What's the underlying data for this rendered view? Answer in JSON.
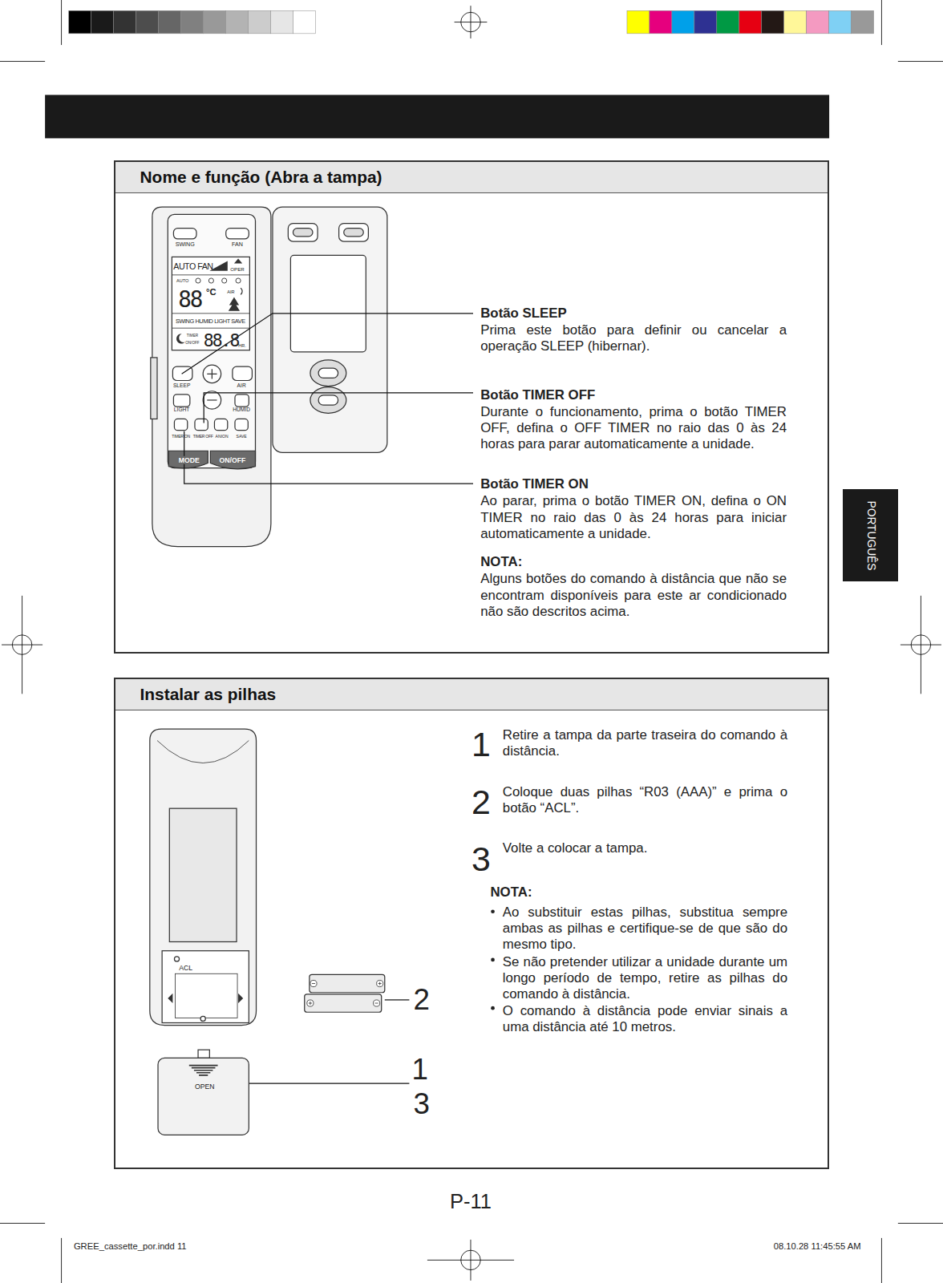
{
  "diagram": {
    "nodes": [
      {
        "text": [
          "Nome e função (Abra a tampa)"
        ]
      },
      {
        "text": [
          "Instalar as pilhas"
        ]
      },
      {
        "text": [
          "PORTUGUÊS"
        ]
      }
    ],
    "labels": [
      "SWING",
      "FAN",
      "AUTO FAN",
      "OPER",
      "AUTO",
      "88",
      "°C",
      "AIR",
      "SWING HUMID LIGHT SAVE",
      "TIMER",
      "ON/OFF",
      "88.8",
      "HR.",
      "SLEEP",
      "AIR",
      "LIGHT",
      "HUMID",
      "TIMER ON",
      "TIMER OFF",
      "ANION",
      "SAVE",
      "MODE",
      "ON/OFF",
      "Botão SLEEP",
      "Prima este botão para definir ou cancelar a operação SLEEP (hibernar).",
      "Botão TIMER OFF",
      "Durante o funcionamento, prima o botão TIMER OFF, defina o OFF TIMER no raio das 0 às 24 horas para parar automaticamente a unidade.",
      "Botão TIMER ON",
      "Ao parar, prima o botão TIMER ON, defina o ON TIMER no raio das 0 às 24 horas para iniciar automaticamente a unidade.",
      "NOTA:",
      "Alguns botões do comando à distância que não se encontram disponíveis para este ar condicionado não são descritos acima.",
      "1",
      "Retire a tampa da parte traseira do comando à distância.",
      "2",
      "Coloque duas pilhas “R03 (AAA)” e prima o botão “ACL”.",
      "3",
      "Volte a colocar a tampa.",
      "NOTA:",
      "Ao substituir estas pilhas, substitua sempre ambas as pilhas e certifique-se de que são do mesmo tipo.",
      "Se não pretender utilizar a unidade durante um longo período de tempo, retire as pilhas do comando à distância.",
      "O comando à distância pode enviar sinais a uma distância até 10 metros.",
      "ACL",
      "OPEN",
      "2",
      "1",
      "3",
      "P-11",
      "GREE_cassette_por.indd 11",
      "08.10.28 11:45:55 AM"
    ]
  }
}
